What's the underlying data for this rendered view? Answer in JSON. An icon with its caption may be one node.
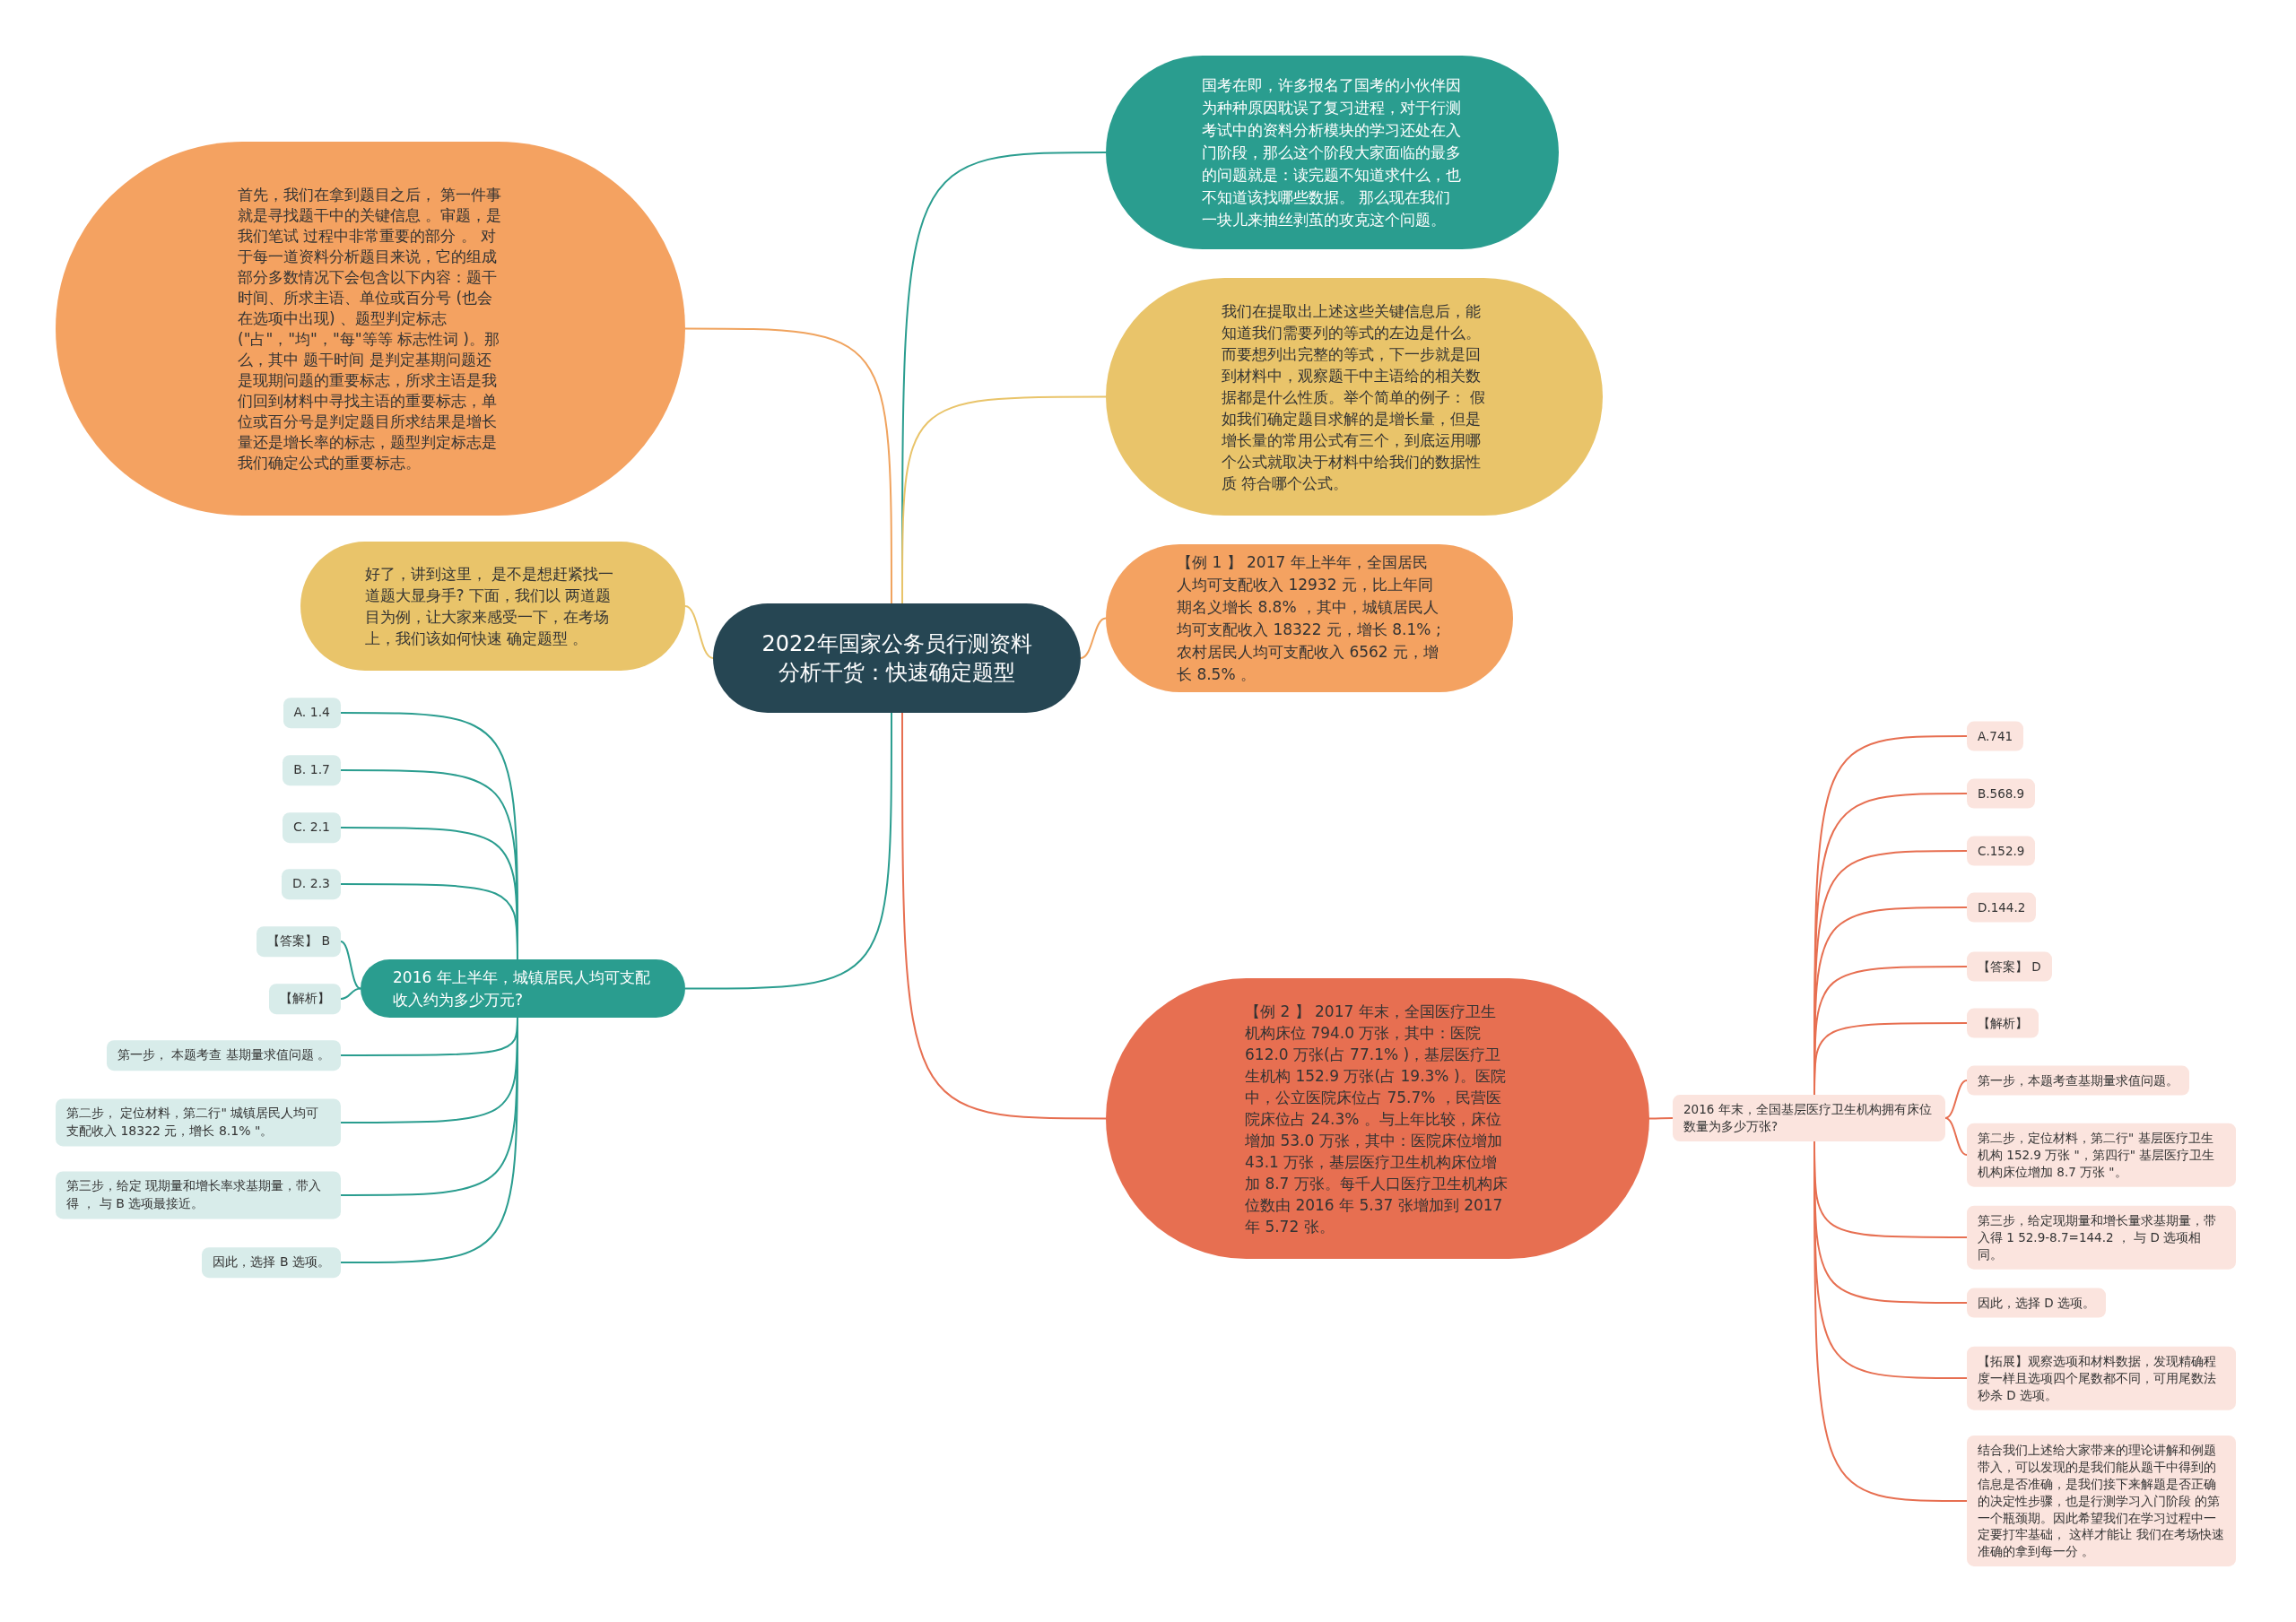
{
  "diagram": {
    "nodes": [
      {
        "text": [
          "2022年国家公务员行测资料分析干货：快速确定题型"
        ]
      },
      {
        "text": [
          "首先，我们在拿到题目之后， 第一件事就是寻找题干中的关键信息 。审题，是我们笔试 过程中非常重要的部分 。 对于每一道资料分析题目来说，它的组成部分多数情况下会包含以下内容：题干时间、所求主语、单位或百分号 (也会在选项中出现) 、题型判定标志(\"占\"，\"均\"，\"每\"等等 标志性词 )。那么，其中 题干时间 是判定基期问题还是现期问题的重要标志，所求主语是我们回到材料中寻找主语的重要标志，单位或百分号是判定题目所求结果是增长量还是增长率的标志，题型判定标志是我们确定公式的重要标志。"
        ]
      },
      {
        "text": [
          "国考在即，许多报名了国考的小伙伴因为种种原因耽误了复习进程，对于行测考试中的资料分析模块的学习还处在入门阶段，那么这个阶段大家面临的最多的问题就是：读完题不知道求什么，也不知道该找哪些数据。 那么现在我们一块儿来抽丝剥茧的攻克这个问题。"
        ]
      },
      {
        "text": [
          "我们在提取出上述这些关键信息后，能知道我们需要列的等式的左边是什么。而要想列出完整的等式，下一步就是回到材料中，观察题干中主语给的相关数据都是什么性质。举个简单的例子： 假如我们确定题目求解的是增长量，但是增长量的常用公式有三个，到底运用哪个公式就取决于材料中给我们的数据性质 符合哪个公式。"
        ]
      },
      {
        "text": [
          "好了，讲到这里， 是不是想赶紧找一道题大显身手? 下面，我们以 两道题目为例，让大家来感受一下，在考场上，我们该如何快速 确定题型 。"
        ]
      },
      {
        "text": [
          "【例 1 】 2017 年上半年，全国居民人均可支配收入 12932 元，比上年同期名义增长 8.8% ，其中，城镇居民人均可支配收入 18322 元，增长 8.1% ;农村居民人均可支配收入 6562 元，增长 8.5% 。"
        ]
      },
      {
        "text": [
          "2016 年上半年，城镇居民人均可支配收入约为多少万元?"
        ]
      },
      {
        "text": [
          "A. 1.4"
        ]
      },
      {
        "text": [
          "B. 1.7"
        ]
      },
      {
        "text": [
          "C. 2.1"
        ]
      },
      {
        "text": [
          "D. 2.3"
        ]
      },
      {
        "text": [
          "【答案】 B"
        ]
      },
      {
        "text": [
          "【解析】"
        ]
      },
      {
        "text": [
          "第一步， 本题考查 基期量求值问题 。"
        ]
      },
      {
        "text": [
          "第二步， 定位材料，第二行\" 城镇居民人均可支配收入 18322 元，增长 8.1% \"。"
        ]
      },
      {
        "text": [
          "第三步，给定 现期量和增长率求基期量，带入得 ， 与 B 选项最接近。"
        ]
      },
      {
        "text": [
          "因此，选择 B 选项。"
        ]
      },
      {
        "text": [
          "【例 2 】 2017 年末，全国医疗卫生机构床位 794.0 万张，其中：医院 612.0 万张(占 77.1% )，基层医疗卫生机构 152.9 万张(占 19.3% )。医院中，公立医院床位占 75.7% ，民营医院床位占 24.3% 。与上年比较，床位增加 53.0 万张，其中：医院床位增加 43.1 万张，基层医疗卫生机构床位增加 8.7 万张。每千人口医疗卫生机构床位数由 2016 年 5.37 张增加到 2017 年 5.72 张。"
        ]
      },
      {
        "text": [
          "2016 年末，全国基层医疗卫生机构拥有床位数量为多少万张?"
        ]
      },
      {
        "text": [
          "A.741"
        ]
      },
      {
        "text": [
          "B.568.9"
        ]
      },
      {
        "text": [
          "C.152.9"
        ]
      },
      {
        "text": [
          "D.144.2"
        ]
      },
      {
        "text": [
          "【答案】 D"
        ]
      },
      {
        "text": [
          "【解析】"
        ]
      },
      {
        "text": [
          "第一步，本题考查基期量求值问题。"
        ]
      },
      {
        "text": [
          "第二步，定位材料，第二行\" 基层医疗卫生机构 152.9 万张 \"，第四行\" 基层医疗卫生机构床位增加 8.7 万张 \"。"
        ]
      },
      {
        "text": [
          "第三步，给定现期量和增长量求基期量，带入得 1 52.9-8.7=144.2 ， 与 D 选项相同。"
        ]
      },
      {
        "text": [
          "因此，选择 D 选项。"
        ]
      },
      {
        "text": [
          "【拓展】观察选项和材料数据，发现精确程度一样且选项四个尾数都不同，可用尾数法秒杀 D 选项。"
        ]
      },
      {
        "text": [
          "结合我们上述给大家带来的理论讲解和例题带入，可以发现的是我们能从题干中得到的信息是否准确，是我们接下来解题是否正确的决定性步骤，也是行测学习入门阶段 的第一个瓶颈期。因此希望我们在学习过程中一定要打牢基础， 这样才能让 我们在考场快速准确的拿到每一分 。"
        ]
      }
    ],
    "edges": [
      {
        "from": 0,
        "to": 1,
        "arrow": "none",
        "color": "#f0a35e"
      },
      {
        "from": 0,
        "to": 2,
        "arrow": "none",
        "color": "#2a9d8f"
      },
      {
        "from": 0,
        "to": 3,
        "arrow": "none",
        "color": "#e9c46a"
      },
      {
        "from": 0,
        "to": 4,
        "arrow": "none",
        "color": "#e9c46a"
      },
      {
        "from": 0,
        "to": 5,
        "arrow": "none",
        "color": "#f0a35e"
      },
      {
        "from": 0,
        "to": 6,
        "arrow": "none",
        "color": "#2a9d8f"
      },
      {
        "from": 6,
        "to": 7,
        "arrow": "none",
        "color": "#2a9d8f"
      },
      {
        "from": 6,
        "to": 8,
        "arrow": "none",
        "color": "#2a9d8f"
      },
      {
        "from": 6,
        "to": 9,
        "arrow": "none",
        "color": "#2a9d8f"
      },
      {
        "from": 6,
        "to": 10,
        "arrow": "none",
        "color": "#2a9d8f"
      },
      {
        "from": 6,
        "to": 11,
        "arrow": "none",
        "color": "#2a9d8f"
      },
      {
        "from": 6,
        "to": 12,
        "arrow": "none",
        "color": "#2a9d8f"
      },
      {
        "from": 6,
        "to": 13,
        "arrow": "none",
        "color": "#2a9d8f"
      },
      {
        "from": 6,
        "to": 14,
        "arrow": "none",
        "color": "#2a9d8f"
      },
      {
        "from": 6,
        "to": 15,
        "arrow": "none",
        "color": "#2a9d8f"
      },
      {
        "from": 6,
        "to": 16,
        "arrow": "none",
        "color": "#2a9d8f"
      },
      {
        "from": 0,
        "to": 17,
        "arrow": "none"
      },
      {
        "from": 17,
        "to": 18,
        "arrow": "none"
      },
      {
        "from": 18,
        "to": 19,
        "arrow": "none"
      },
      {
        "from": 18,
        "to": 20,
        "arrow": "none"
      },
      {
        "from": 18,
        "to": 21,
        "arrow": "none"
      },
      {
        "from": 18,
        "to": 22,
        "arrow": "none"
      },
      {
        "from": 18,
        "to": 23,
        "arrow": "none"
      },
      {
        "from": 18,
        "to": 24,
        "arrow": "none"
      },
      {
        "from": 18,
        "to": 25,
        "arrow": "none"
      },
      {
        "from": 18,
        "to": 26,
        "arrow": "none"
      },
      {
        "from": 18,
        "to": 27,
        "arrow": "none"
      },
      {
        "from": 18,
        "to": 28,
        "arrow": "none"
      },
      {
        "from": 18,
        "to": 29,
        "arrow": "none"
      },
      {
        "from": 18,
        "to": 30,
        "arrow": "none"
      }
    ]
  }
}
